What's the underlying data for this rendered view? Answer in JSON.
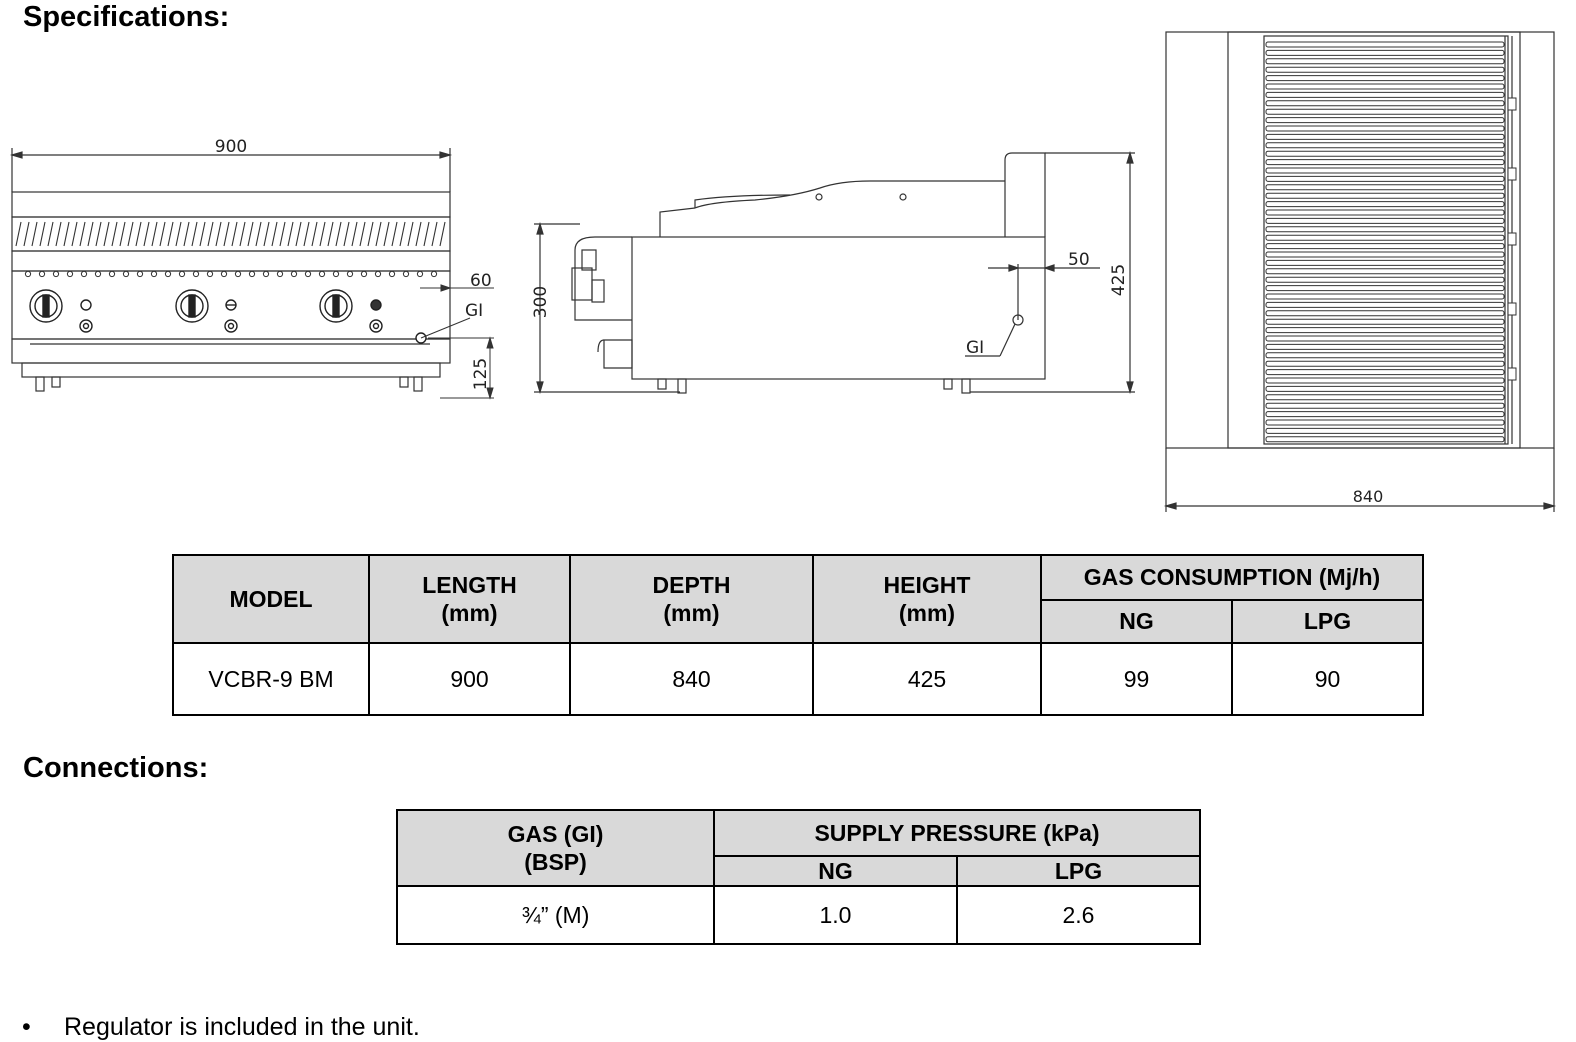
{
  "headings": {
    "specifications": "Specifications:",
    "connections": "Connections:"
  },
  "drawing": {
    "front": {
      "width_dim": "900",
      "offset_dim": "60",
      "gas_label": "GI",
      "height_dim": "125"
    },
    "side": {
      "height_dim": "300",
      "offset_dim": "50",
      "overall_height_dim": "425",
      "gas_label": "GI"
    },
    "top": {
      "depth_dim": "840"
    }
  },
  "spec_table": {
    "headers": {
      "model": "MODEL",
      "length": [
        "LENGTH",
        "(mm)"
      ],
      "depth": [
        "DEPTH",
        "(mm)"
      ],
      "height": [
        "HEIGHT",
        "(mm)"
      ],
      "gas_consumption": "GAS CONSUMPTION (Mj/h)",
      "ng": "NG",
      "lpg": "LPG"
    },
    "rows": [
      {
        "model": "VCBR-9 BM",
        "length": "900",
        "depth": "840",
        "height": "425",
        "ng": "99",
        "lpg": "90"
      }
    ]
  },
  "connections_table": {
    "headers": {
      "gas": [
        "GAS (GI)",
        "(BSP)"
      ],
      "supply_pressure": "SUPPLY PRESSURE (kPa)",
      "ng": "NG",
      "lpg": "LPG"
    },
    "rows": [
      {
        "gas": "¾” (M)",
        "ng": "1.0",
        "lpg": "2.6"
      }
    ]
  },
  "notes": [
    "Regulator is included in the unit."
  ]
}
